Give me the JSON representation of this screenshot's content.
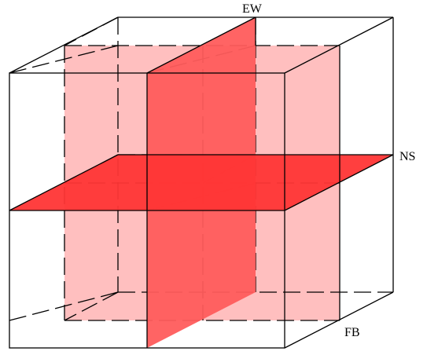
{
  "labels": {
    "ew": "EW",
    "ns": "NS",
    "fb": "FB"
  },
  "colors": {
    "fb_plane": "#ffbfbf",
    "ew_plane": "#ff5c5c",
    "ns_plane": "#ff3535",
    "edges": "#000000",
    "background": "#ffffff"
  }
}
